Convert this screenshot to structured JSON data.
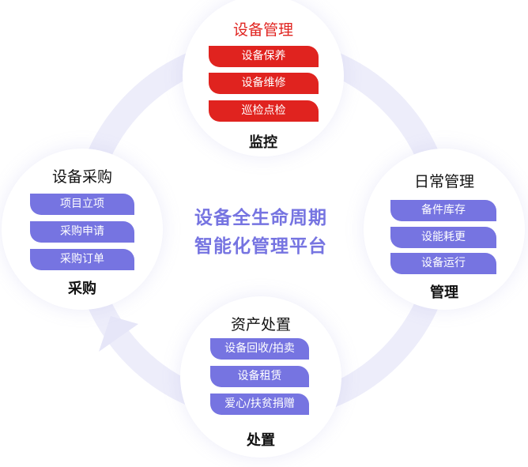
{
  "center_title": [
    "设备全生命周期",
    "智能化管理平台"
  ],
  "colors": {
    "accent": "#7674e1",
    "highlight": "#e0231f",
    "ring": "#ececfa"
  },
  "nodes": {
    "top": {
      "title": "设备管理",
      "items": [
        "设备保养",
        "设备维修",
        "巡检点检"
      ],
      "label": "监控"
    },
    "left": {
      "title": "设备采购",
      "items": [
        "项目立项",
        "采购申请",
        "采购订单"
      ],
      "label": "采购"
    },
    "right": {
      "title": "日常管理",
      "items": [
        "备件库存",
        "设能耗更",
        "设备运行"
      ],
      "label": "管理"
    },
    "bottom": {
      "title": "资产处置",
      "items": [
        "设备回收/拍卖",
        "设备租赁",
        "爱心/扶贫捐赠"
      ],
      "label": "处置"
    }
  }
}
